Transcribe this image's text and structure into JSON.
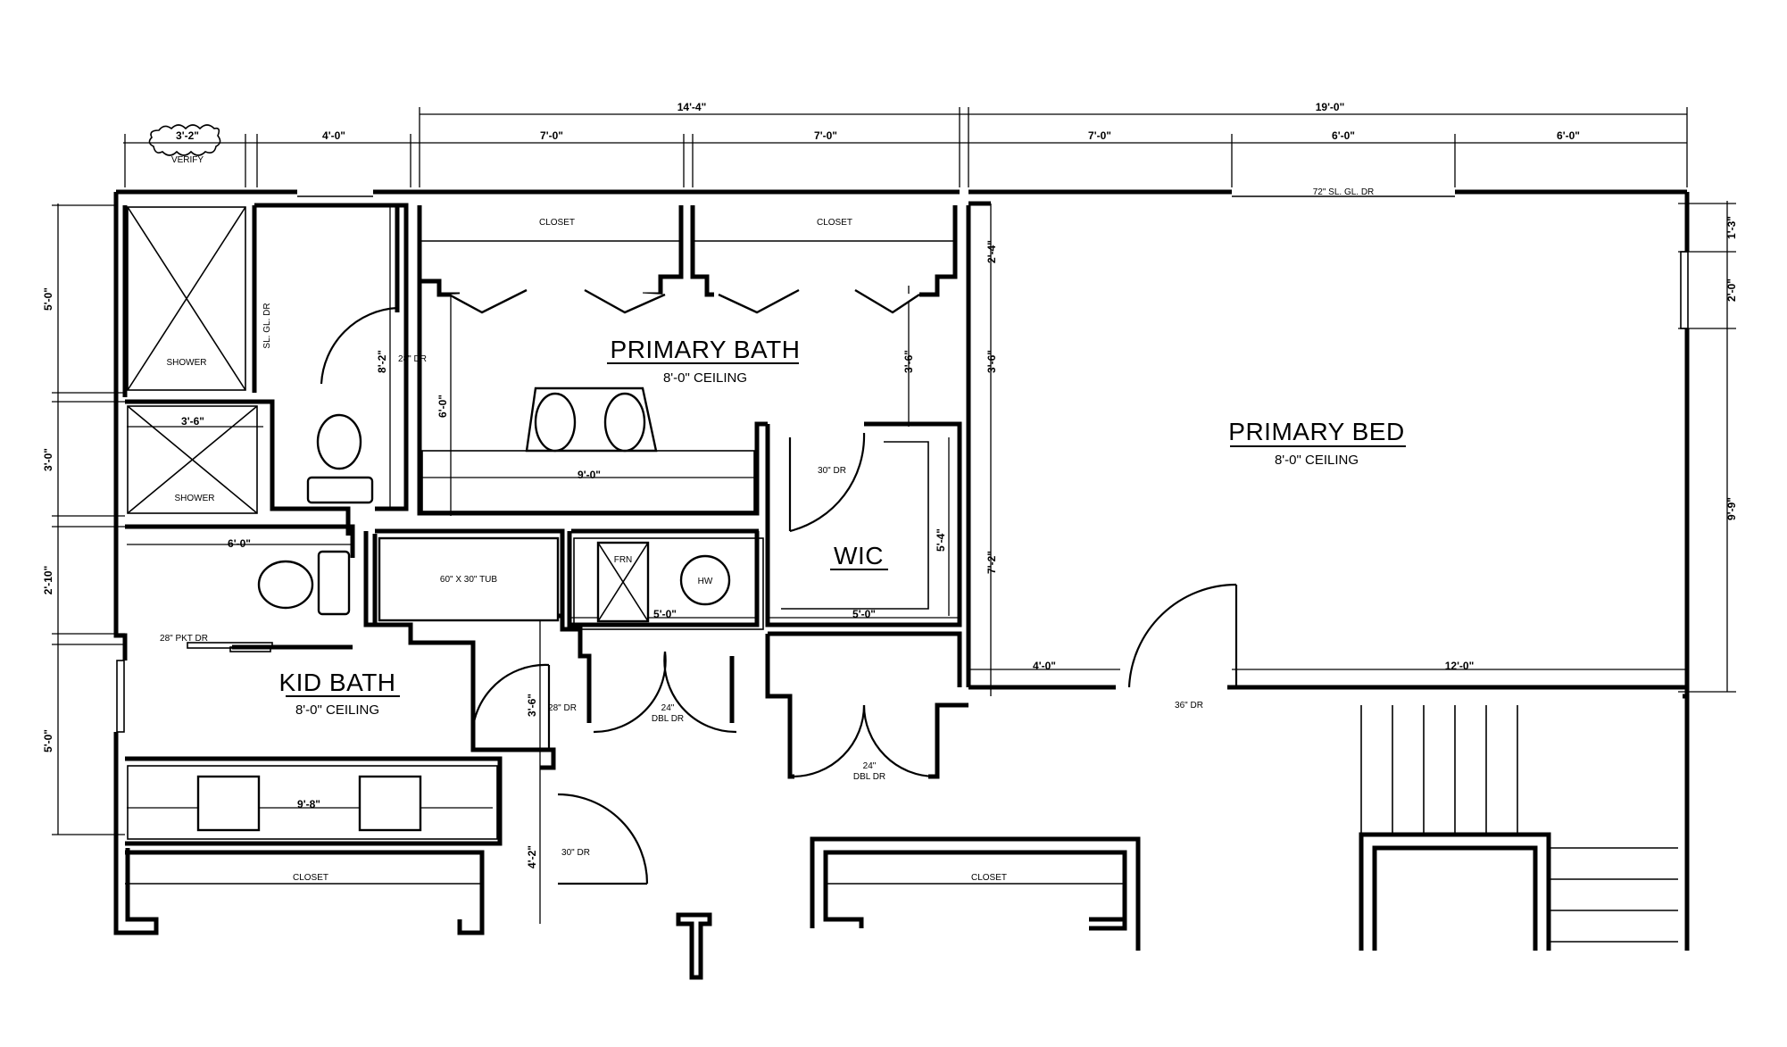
{
  "rooms": {
    "primary_bath": {
      "name": "PRIMARY BATH",
      "ceiling": "8'-0\" CEILING"
    },
    "primary_bed": {
      "name": "PRIMARY BED",
      "ceiling": "8'-0\" CEILING"
    },
    "kid_bath": {
      "name": "KID BATH",
      "ceiling": "8'-0\" CEILING"
    },
    "wic": {
      "name": "WIC"
    }
  },
  "fixtures": {
    "closet": "CLOSET",
    "shower": "SHOWER",
    "tub": "60\" X 30\" TUB",
    "frn": "FRN",
    "hw": "HW",
    "sl_gl_dr": "SL. GL. DR",
    "sl_gl_dr_72": "72\" SL. GL. DR",
    "verify": "VERIFY"
  },
  "doors": {
    "d28": "28\" DR",
    "d30": "30\" DR",
    "d36": "36\" DR",
    "d28_pkt": "28\" PKT DR",
    "dbl_24": "24\"",
    "dbl_label": "DBL DR"
  },
  "dims": {
    "top_14_4": "14'-4\"",
    "top_19_0": "19'-0\"",
    "top_3_2": "3'-2\"",
    "top_4_0": "4'-0\"",
    "top_7_0": "7'-0\"",
    "top_6_0": "6'-0\"",
    "left_5_0": "5'-0\"",
    "left_3_0": "3'-0\"",
    "left_2_10": "2'-10\"",
    "right_1_3": "1'-3\"",
    "right_2_0": "2'-0\"",
    "right_9_9": "9'-9\"",
    "in_3_6": "3'-6\"",
    "in_6_0": "6'-0\"",
    "in_8_2": "8'-2\"",
    "in_9_0": "9'-0\"",
    "in_2_4": "2'-4\"",
    "in_7_2": "7'-2\"",
    "in_5_4": "5'-4\"",
    "in_5_0": "5'-0\"",
    "in_4_0": "4'-0\"",
    "in_12_0": "12'-0\"",
    "in_9_8": "9'-8\"",
    "in_4_2": "4'-2\""
  }
}
